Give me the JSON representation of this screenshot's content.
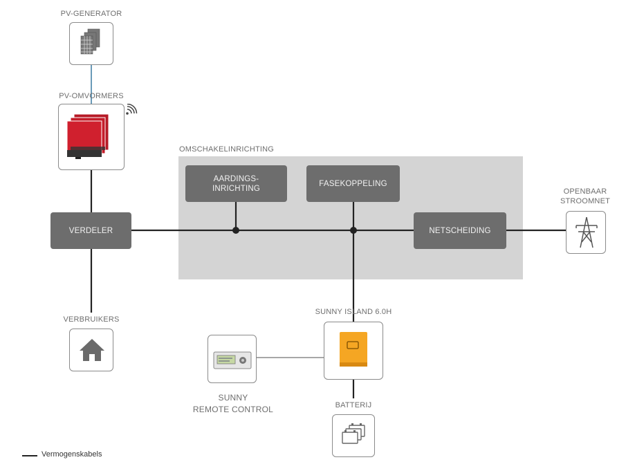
{
  "labels": {
    "pv_generator": "PV-GENERATOR",
    "pv_inverters": "PV-OMVORMERS",
    "switching_device": "OMSCHAKELINRICHTING",
    "consumers": "VERBRUIKERS",
    "public_grid_line1": "OPENBAAR",
    "public_grid_line2": "STROOMNET",
    "sunny_island": "SUNNY ISLAND 6.0H",
    "remote_line1": "SUNNY",
    "remote_line2": "REMOTE CONTROL",
    "battery": "BATTERIJ"
  },
  "boxes": {
    "distributor": "VERDELER",
    "earthing_line1": "AARDINGS-",
    "earthing_line2": "INRICHTING",
    "phase_coupling": "FASEKOPPELING",
    "grid_separation": "NETSCHEIDING"
  },
  "legend": {
    "power_cables": "Vermogenskabels"
  },
  "colors": {
    "box_gray": "#6d6d6d",
    "panel_gray": "#d4d4d4",
    "inverter_red": "#d0202e",
    "island_orange": "#f5a623",
    "line": "#222222",
    "comm_line": "#6a9ab8"
  },
  "icons": [
    "solar-panel-icon",
    "inverter-icon",
    "wifi-icon",
    "house-icon",
    "pylon-icon",
    "remote-control-icon",
    "island-inverter-icon",
    "battery-icon"
  ]
}
